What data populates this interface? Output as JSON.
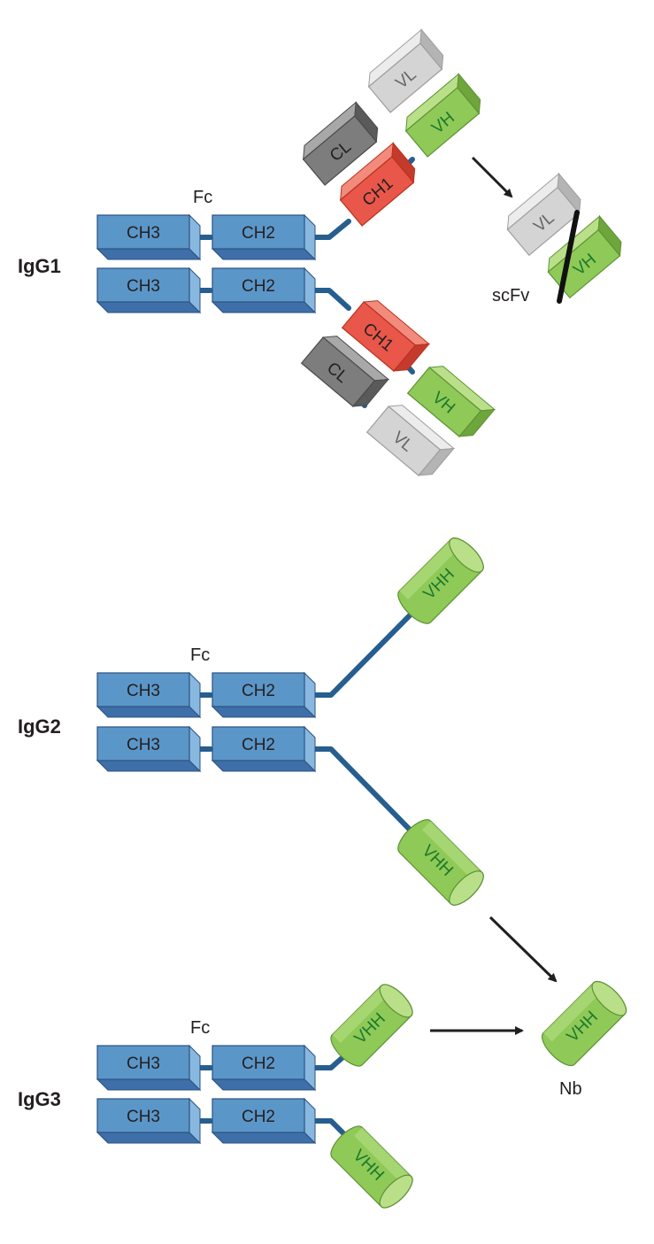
{
  "colors": {
    "blue_front": "#5b96c8",
    "blue_top": "#88b8e0",
    "blue_side": "#3e6fa8",
    "blue_edge": "#2b5282",
    "linker": "#265e8f",
    "red_front": "#e9574a",
    "red_top": "#f28b7c",
    "red_side": "#c43b2e",
    "green_front": "#8fc957",
    "green_top": "#b9e089",
    "green_side": "#6ea53c",
    "green_text": "#1c7a2c",
    "gray_dark": "#808080",
    "gray_light": "#d6d6d6",
    "text": "#231f20",
    "arrow": "#231f20"
  },
  "panels": [
    {
      "id": "igg1",
      "label": "IgG1",
      "fc_label": "Fc",
      "fc_rows": [
        [
          "CH3",
          "CH2"
        ],
        [
          "CH3",
          "CH2"
        ]
      ],
      "upper_arm": {
        "ch1": "CH1",
        "cl": "CL",
        "vl": "VL",
        "vh": "VH"
      },
      "lower_arm": {
        "ch1": "CH1",
        "cl": "CL",
        "vl": "VL",
        "vh": "VH"
      },
      "product": {
        "label": "scFv",
        "vl": "VL",
        "vh": "VH"
      }
    },
    {
      "id": "igg2",
      "label": "IgG2",
      "fc_label": "Fc",
      "fc_rows": [
        [
          "CH3",
          "CH2"
        ],
        [
          "CH3",
          "CH2"
        ]
      ],
      "upper_vhh": "VHH",
      "lower_vhh": "VHH"
    },
    {
      "id": "igg3",
      "label": "IgG3",
      "fc_label": "Fc",
      "fc_rows": [
        [
          "CH3",
          "CH2"
        ],
        [
          "CH3",
          "CH2"
        ]
      ],
      "upper_vhh": "VHH",
      "lower_vhh": "VHH"
    }
  ],
  "nanobody": {
    "label": "Nb",
    "vhh": "VHH"
  }
}
